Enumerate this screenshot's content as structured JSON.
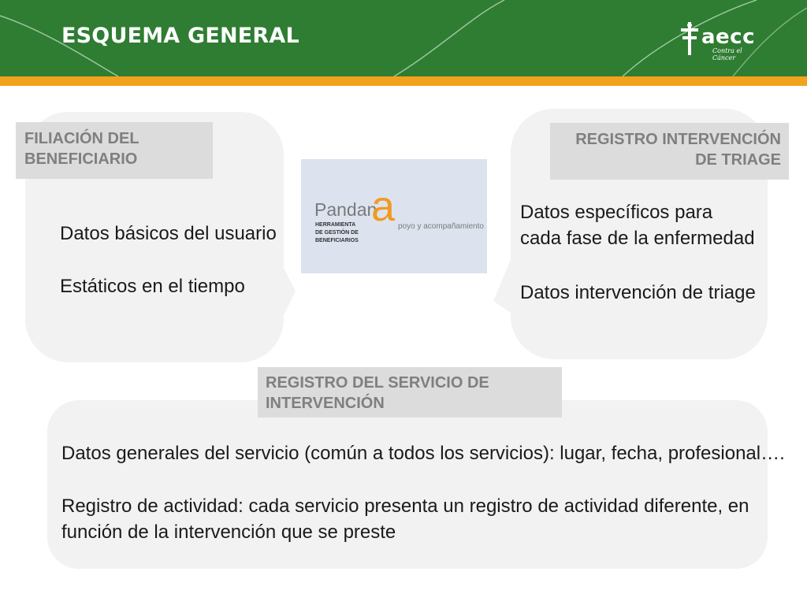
{
  "header": {
    "title": "ESQUEMA GENERAL",
    "bg_color": "#2e7d32",
    "stripe_color": "#f2a21c"
  },
  "logo": {
    "icon": "cross-icon",
    "text": "aecc",
    "subtitle": "Contra el Cáncer"
  },
  "left_box": {
    "label": [
      "FILIACIÓN DEL",
      "BENEFICIARIO"
    ],
    "line1": "Datos básicos del usuario",
    "line2": "Estáticos en el tiempo"
  },
  "center_logo": {
    "name": "Pandan",
    "letter": "a",
    "tagline": "poyo y acompañamiento",
    "sub": [
      "HERRAMIENTA",
      "DE GESTIÓN DE",
      "BENEFICIARIOS"
    ]
  },
  "right_box": {
    "label": [
      "REGISTRO INTERVENCIÓN",
      "DE TRIAGE"
    ],
    "line1": "Datos específicos para cada fase de la enfermedad",
    "line2": "Datos intervención de triage"
  },
  "bottom_box": {
    "label": [
      "REGISTRO DEL SERVICIO DE",
      "INTERVENCIÓN"
    ],
    "line1": "Datos generales del servicio (común a todos los servicios): lugar, fecha, profesional….",
    "line2": "Registro de actividad: cada servicio presenta un registro de actividad diferente, en función de la intervención que se preste"
  }
}
